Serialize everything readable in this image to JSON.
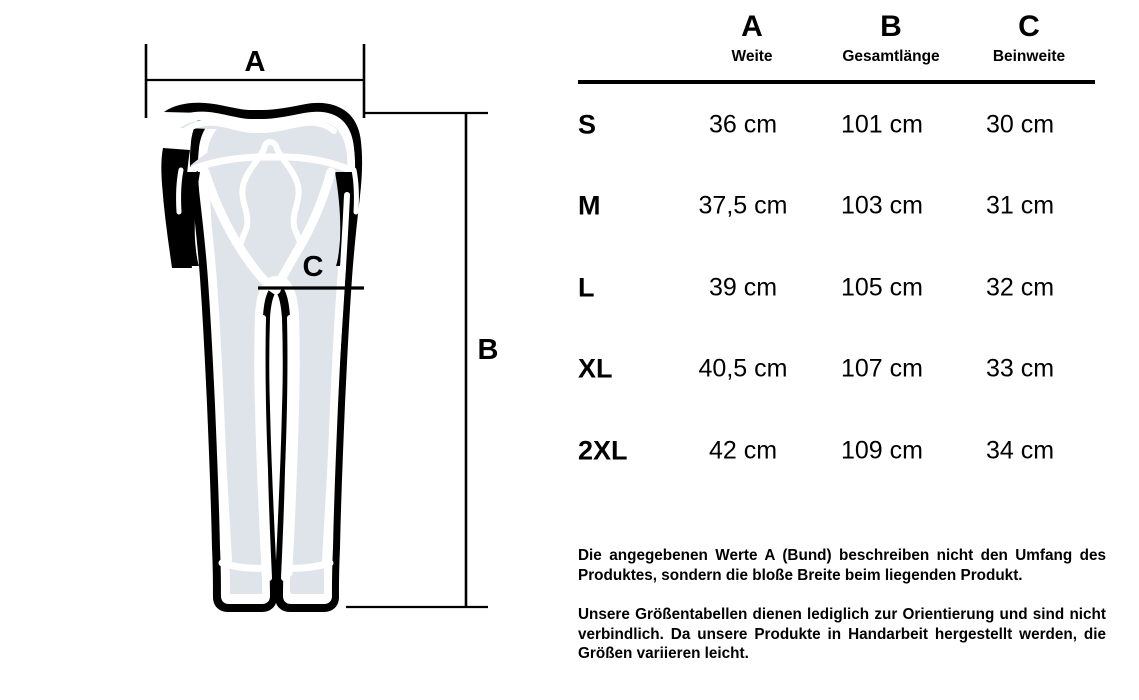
{
  "diagram": {
    "alt": "technical drawing of jogger sweatpants with measurement guides",
    "measure_labels": {
      "a": "A",
      "b": "B",
      "c": "C"
    },
    "colors": {
      "outline": "#000000",
      "fabric_fill": "#dfe3ea",
      "seam": "#ffffff",
      "dimension_line": "#000000"
    }
  },
  "table": {
    "columns": [
      {
        "letter": "A",
        "name": "Weite"
      },
      {
        "letter": "B",
        "name": "Gesamtlänge"
      },
      {
        "letter": "C",
        "name": "Beinweite"
      }
    ],
    "rows": [
      {
        "size": "S",
        "values": [
          "36 cm",
          "101 cm",
          "30 cm"
        ]
      },
      {
        "size": "M",
        "values": [
          "37,5 cm",
          "103 cm",
          "31 cm"
        ]
      },
      {
        "size": "L",
        "values": [
          "39 cm",
          "105 cm",
          "32 cm"
        ]
      },
      {
        "size": "XL",
        "values": [
          "40,5 cm",
          "107 cm",
          "33 cm"
        ]
      },
      {
        "size": "2XL",
        "values": [
          "42 cm",
          "109 cm",
          "34 cm"
        ]
      }
    ]
  },
  "notes": [
    "Die angegebenen Werte A (Bund) beschreiben nicht den Umfang des Produktes, sondern die bloße Breite beim liegenden Produkt.",
    "Unsere Größentabellen dienen lediglich zur Orientierung und sind nicht verbindlich. Da unsere Produkte in Handarbeit hergestellt werden, die Größen variieren leicht."
  ]
}
